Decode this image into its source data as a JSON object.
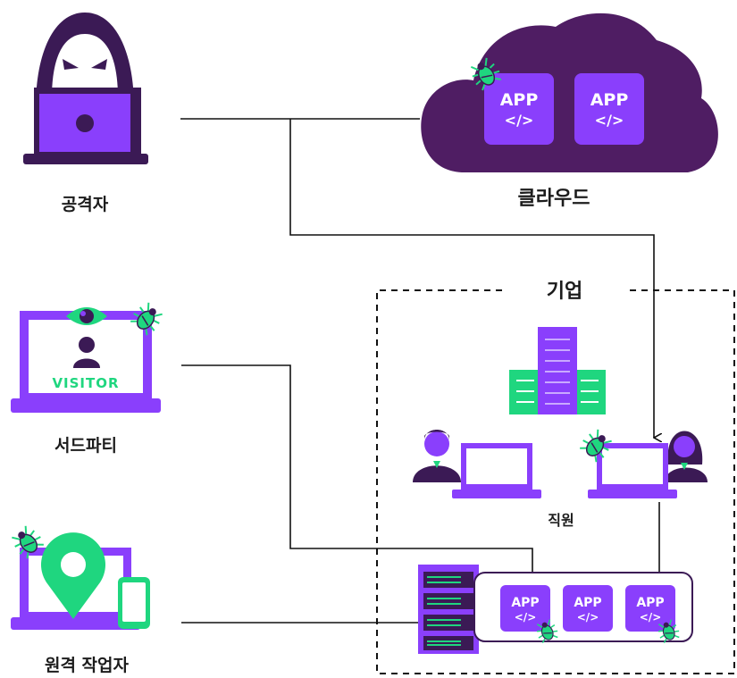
{
  "labels": {
    "attacker": "공격자",
    "cloud": "클라우드",
    "enterprise": "기업",
    "third_party": "서드파티",
    "employees": "직원",
    "remote_worker": "원격 작업자",
    "visitor_badge": "VISITOR"
  },
  "apps": {
    "cloud_1": {
      "name": "APP",
      "code": "</>"
    },
    "cloud_2": {
      "name": "APP",
      "code": "</>"
    },
    "server_1": {
      "name": "APP",
      "code": "</>"
    },
    "server_2": {
      "name": "APP",
      "code": "</>"
    },
    "server_3": {
      "name": "APP",
      "code": "</>"
    }
  },
  "colors": {
    "purple": "#8a3ffc",
    "dark_purple": "#3b1a55",
    "cloud": "#4f1d63",
    "green": "#1fd67f",
    "line": "#111111"
  },
  "icons": [
    "hacker-icon",
    "cloud-icon",
    "building-icon",
    "laptop-icon",
    "bug-icon",
    "eye-icon",
    "location-pin-icon",
    "phone-icon",
    "server-rack-icon",
    "person-icon"
  ]
}
